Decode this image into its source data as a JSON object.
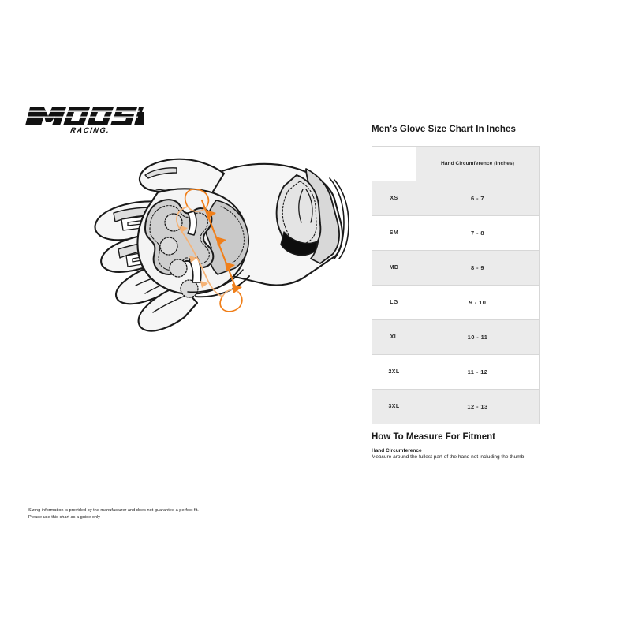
{
  "brand": {
    "name": "MOOSE",
    "sub": "RACING",
    "logo_icon": "moose-racing-wordmark"
  },
  "illustration": {
    "icon": "motocross-glove-hand-diagram",
    "alt": "Glove on hand with orange measuring tape loop around palm",
    "accent_color": "#f07f1a",
    "glove_fill": "#f4f4f4",
    "glove_shade": "#d9d9d9",
    "glove_outline": "#1a1a1a"
  },
  "chart": {
    "title": "Men's Glove Size Chart In Inches",
    "corner_label": "",
    "column_header": "Hand Circumference (Inches)",
    "rows": [
      {
        "size": "XS",
        "value": "6 - 7",
        "shaded": true
      },
      {
        "size": "SM",
        "value": "7 - 8",
        "shaded": false
      },
      {
        "size": "MD",
        "value": "8 - 9",
        "shaded": true
      },
      {
        "size": "LG",
        "value": "9 - 10",
        "shaded": false
      },
      {
        "size": "XL",
        "value": "10 - 11",
        "shaded": true
      },
      {
        "size": "2XL",
        "value": "11 - 12",
        "shaded": false
      },
      {
        "size": "3XL",
        "value": "12 - 13",
        "shaded": true
      }
    ]
  },
  "measure": {
    "heading": "How To Measure For Fitment",
    "label": "Hand Circumference",
    "text": "Measure around the fullest part of the hand not including the thumb."
  },
  "disclaimer": {
    "line1": "Sizing information is provided by the manufacturer and does not guarantee a perfect fit.",
    "line2": "Please use this chart as a guide only"
  },
  "colors": {
    "shade_row": "#ebebeb",
    "border": "#d7d7d7",
    "text": "#1a1a1a",
    "accent": "#f07f1a"
  }
}
